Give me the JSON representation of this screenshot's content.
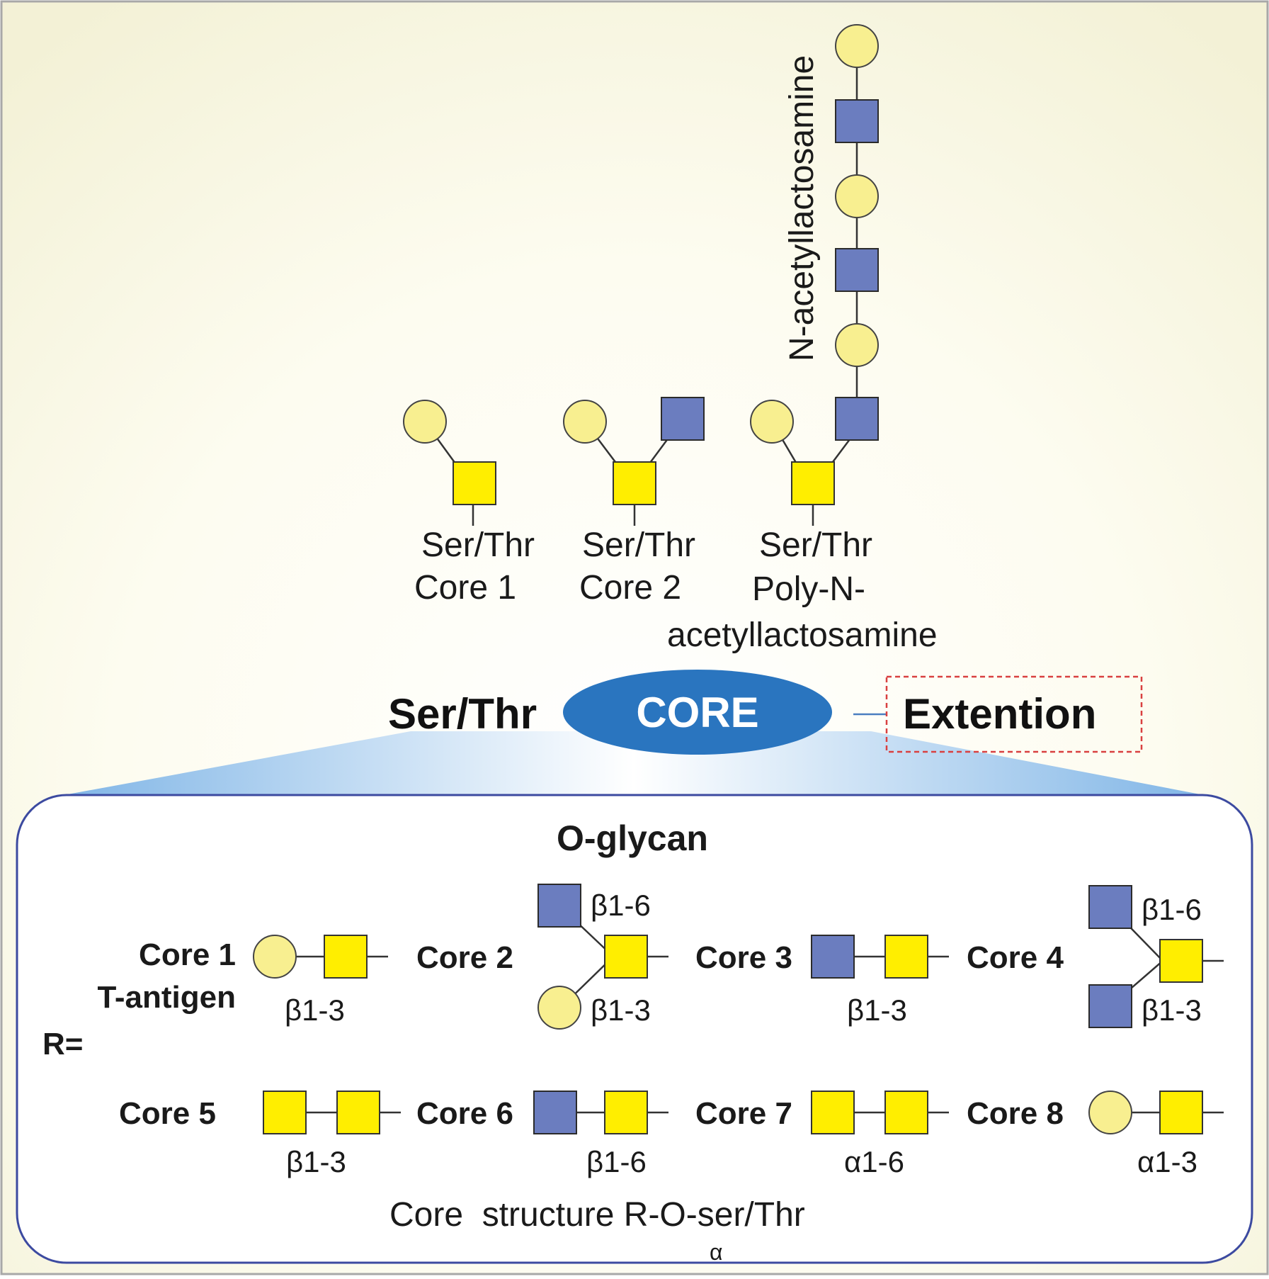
{
  "legend_colors": {
    "galactose_circle": "#f8ef90",
    "galnac_square": "#ffee00",
    "glcnac_square": "#6b7dbf",
    "core_ellipse": "#2a75bf",
    "panel_border": "#3c4aa0",
    "extension_box": "#d94040"
  },
  "top": {
    "vertical_label": "N-acetyllactosamine",
    "structures": [
      {
        "attach": "Ser/Thr",
        "name": "Core 1"
      },
      {
        "attach": "Ser/Thr",
        "name": "Core 2"
      },
      {
        "attach": "Ser/Thr",
        "name_line1": "Poly-N-",
        "name_line2": "acetyllactosamine"
      }
    ]
  },
  "center": {
    "left_label": "Ser/Thr",
    "ellipse_label": "CORE",
    "right_label": "Extention"
  },
  "panel": {
    "title": "O-glycan",
    "r_label": "R=",
    "cores": [
      {
        "name": "Core 1",
        "sub": "T-antigen",
        "linkage": "β1-3"
      },
      {
        "name": "Core 2",
        "linkage_top": "β1-6",
        "linkage_bottom": "β1-3"
      },
      {
        "name": "Core 3",
        "linkage": "β1-3"
      },
      {
        "name": "Core 4",
        "linkage_top": "β1-6",
        "linkage_bottom": "β1-3"
      },
      {
        "name": "Core 5",
        "linkage": "β1-3"
      },
      {
        "name": "Core 6",
        "linkage": "β1-6"
      },
      {
        "name": "Core 7",
        "linkage": "α1-6"
      },
      {
        "name": "Core 8",
        "linkage": "α1-3"
      }
    ],
    "footer_main": "Core  structure R-O-ser/Thr",
    "footer_sub": "α"
  }
}
